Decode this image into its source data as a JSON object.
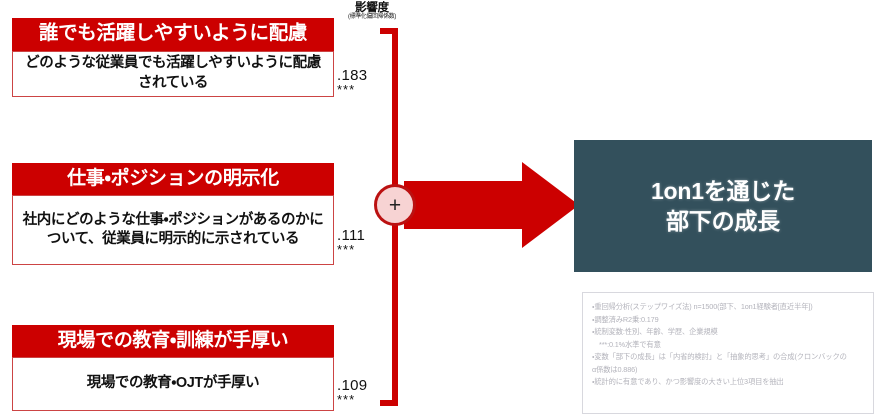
{
  "axis": {
    "label": "影響度",
    "sublabel": "(標準化偏回帰係数)"
  },
  "factors": [
    {
      "header": "誰でも活躍しやすいように配慮",
      "body": "どのような従業員でも活躍しやすいように配慮されている",
      "coefficient": ".183",
      "significance": "***"
    },
    {
      "header": "仕事・ポジションの明示化",
      "body": "社内にどのような仕事・ポジションがあるのかについて、従業員に明示的に示されている",
      "coefficient": ".111",
      "significance": "***"
    },
    {
      "header": "現場での教育・訓練が手厚い",
      "body": "現場での教育・OJTが手厚い",
      "coefficient": ".109",
      "significance": "***"
    }
  ],
  "operator": {
    "symbol": "+"
  },
  "outcome": {
    "line1": "1on1を通じた",
    "line2": "部下の成長"
  },
  "footnote": {
    "lines": [
      "・重回帰分析(ステップワイズ法) n=1500(部下、1on1経験者[直近半年])",
      "・調整済みR2乗:0.179",
      "・統制変数:性別、年齢、学歴、企業規模",
      "***:0.1%水準で有意",
      "・変数「部下の成長」は「内省的検討」と「抽象的思考」の合成(クロンバックの",
      "α係数は0.886)",
      "・統計的に有意であり、かつ影響度の大きい上位3項目を抽出"
    ]
  },
  "colors": {
    "red": "#cc0000",
    "dark_red": "#bb1111",
    "plus_fill": "#f7d3d3",
    "outcome_bg": "#33505c",
    "box_border": "#cc4444"
  }
}
